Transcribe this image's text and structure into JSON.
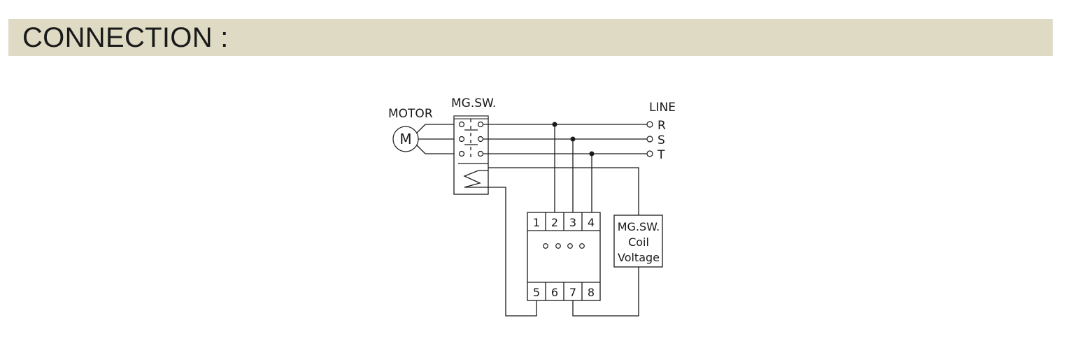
{
  "header": {
    "title": "CONNECTION :"
  },
  "diagram": {
    "motor_label": "MOTOR",
    "motor_symbol": "M",
    "mgsw_label": "MG.SW.",
    "line_label": "LINE",
    "line_phases": [
      "R",
      "S",
      "T"
    ],
    "relay_top_terminals": [
      "1",
      "2",
      "3",
      "4"
    ],
    "relay_bottom_terminals": [
      "5",
      "6",
      "7",
      "8"
    ],
    "coil_box_lines": [
      "MG.SW.",
      "Coil",
      "Voltage"
    ]
  }
}
